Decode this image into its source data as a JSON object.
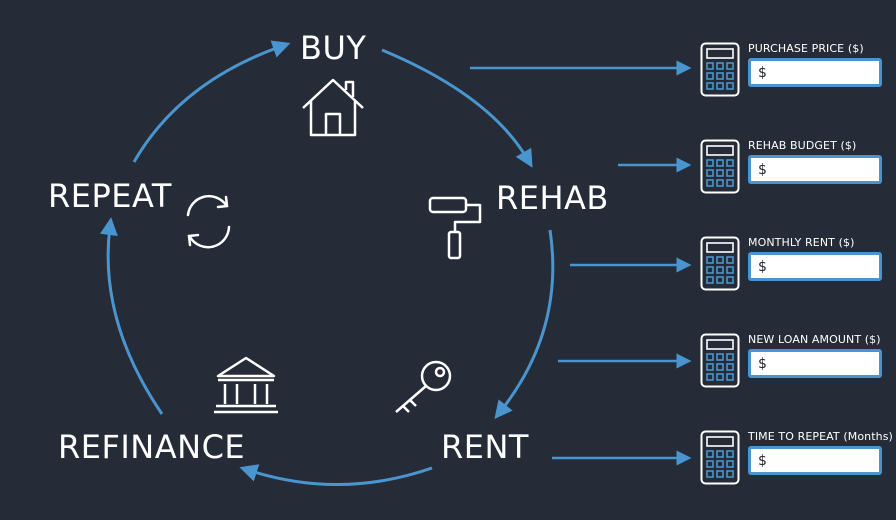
{
  "diagram": {
    "stages": {
      "buy": "BUY",
      "rehab": "REHAB",
      "rent": "RENT",
      "refinance": "REFINANCE",
      "repeat": "REPEAT"
    },
    "icons": {
      "buy": "house-icon",
      "rehab": "paint-roller-icon",
      "rent": "key-icon",
      "refinance": "bank-icon",
      "repeat": "refresh-icon",
      "field": "calculator-icon"
    },
    "colors": {
      "background": "#252c37",
      "arrow": "#4a95cf",
      "text": "#ffffff",
      "input_border": "#4a95cf"
    }
  },
  "fields": [
    {
      "label": "PURCHASE PRICE ($)",
      "placeholder": "$"
    },
    {
      "label": "REHAB BUDGET ($)",
      "placeholder": "$"
    },
    {
      "label": "MONTHLY RENT ($)",
      "placeholder": "$"
    },
    {
      "label": "NEW LOAN AMOUNT ($)",
      "placeholder": "$"
    },
    {
      "label": "TIME TO REPEAT (Months)",
      "placeholder": "$"
    }
  ]
}
